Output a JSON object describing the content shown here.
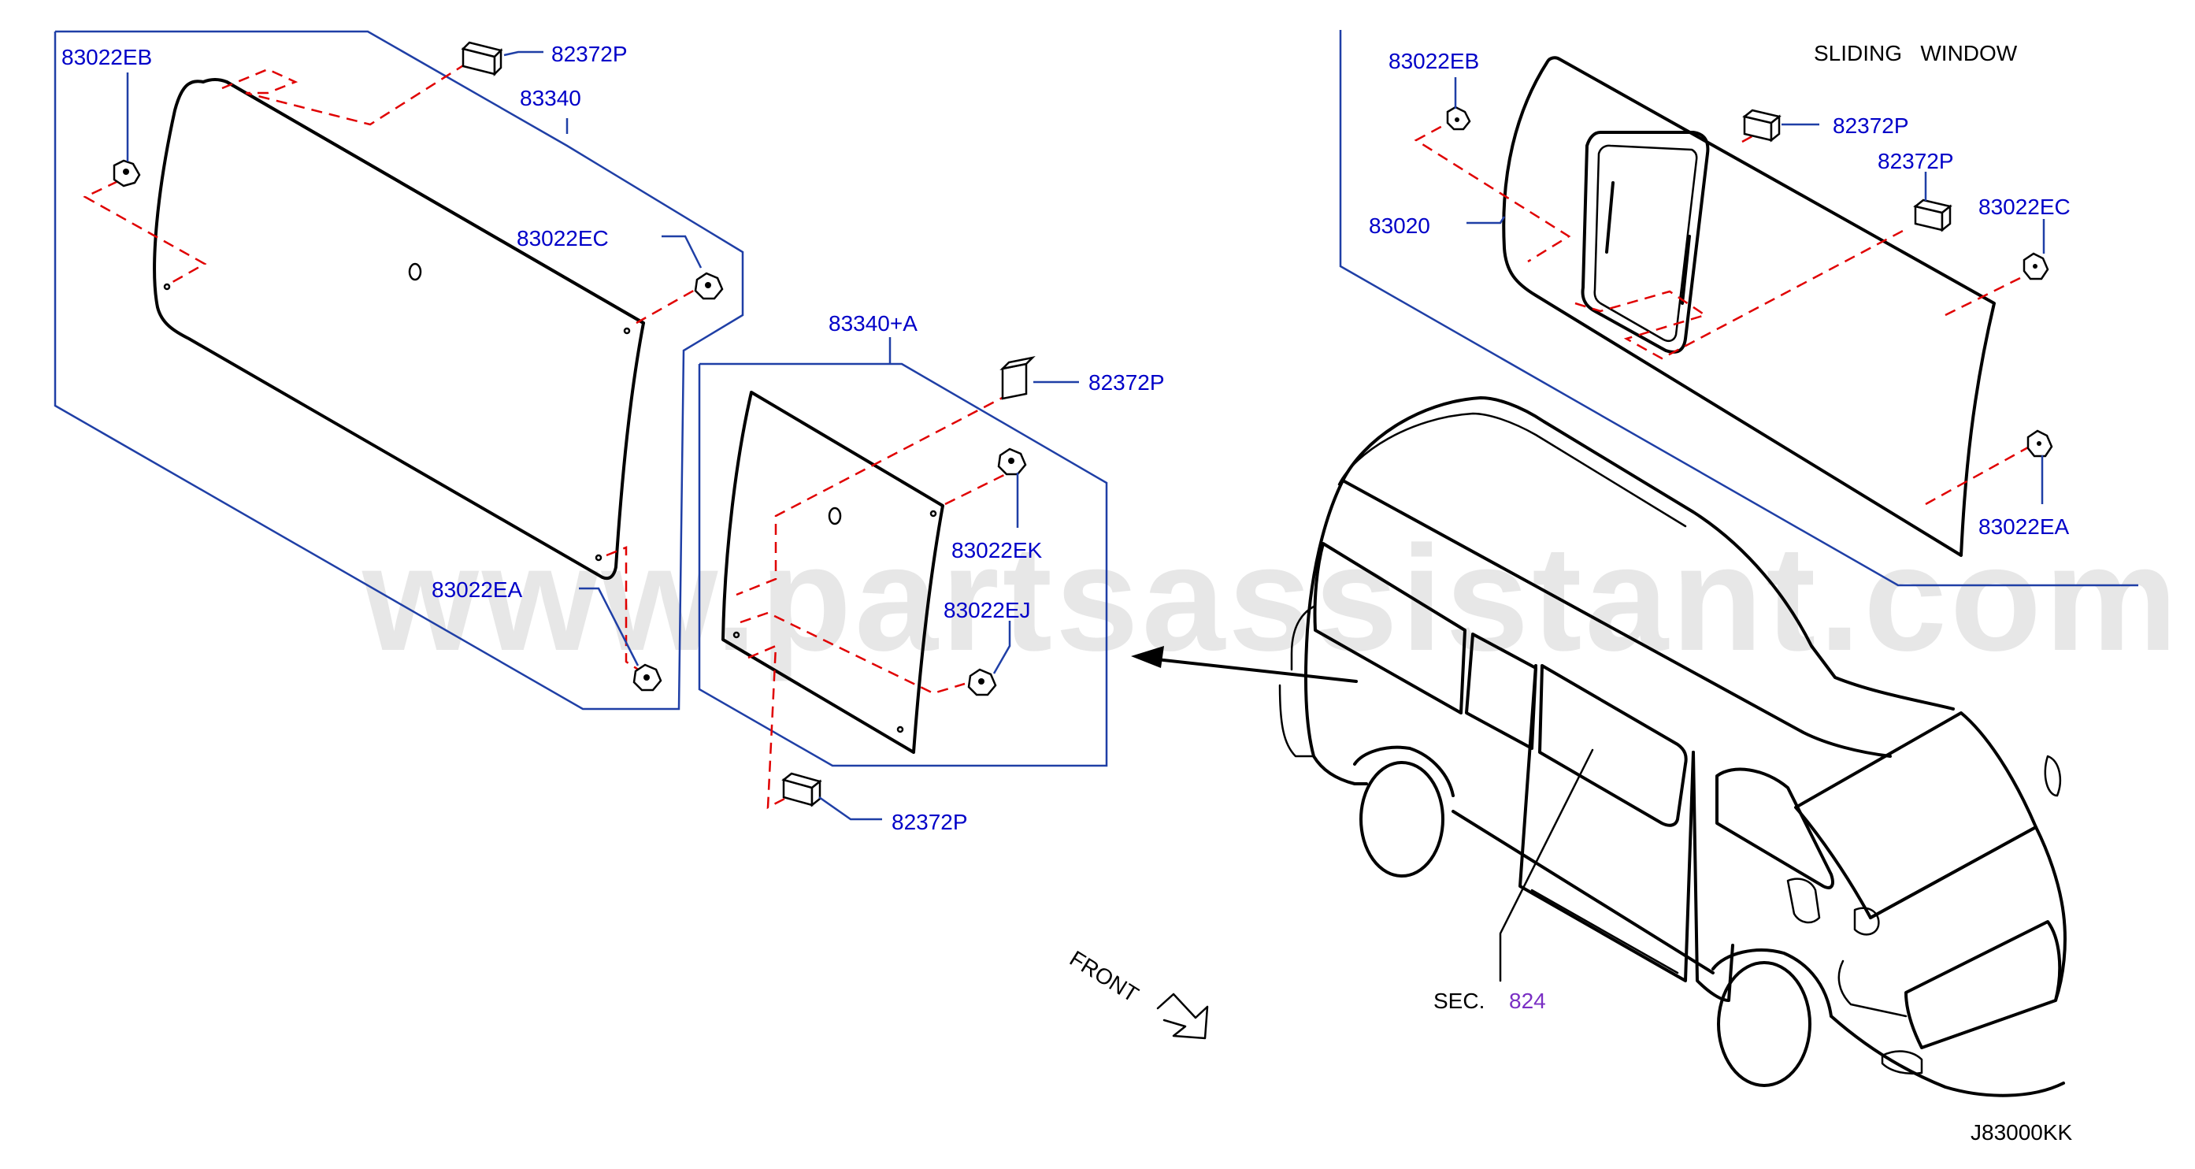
{
  "labels": {
    "left_top_eb": "83022EB",
    "left_top_p": "82372P",
    "left_part": "83340",
    "left_ec": "83022EC",
    "left_ea": "83022EA",
    "mid_part": "83340+A",
    "mid_p_top": "82372P",
    "mid_ek": "83022EK",
    "mid_ej": "83022EJ",
    "mid_p_bottom": "82372P",
    "right_title": "SLIDING   WINDOW",
    "right_eb": "83022EB",
    "right_part": "83020",
    "right_p1": "82372P",
    "right_p2": "82372P",
    "right_ec": "83022EC",
    "right_ea": "83022EA",
    "sec_prefix": "SEC.",
    "sec_number": "824",
    "front": "FRONT",
    "diagram_code": "J83000KK",
    "watermark": "www.partsassistant.com"
  },
  "colors": {
    "label_blue": "#0000c8",
    "callout_line": "#1f3fa6",
    "dashed_red": "#e00000",
    "sec_violet": "#7a2fc4"
  }
}
